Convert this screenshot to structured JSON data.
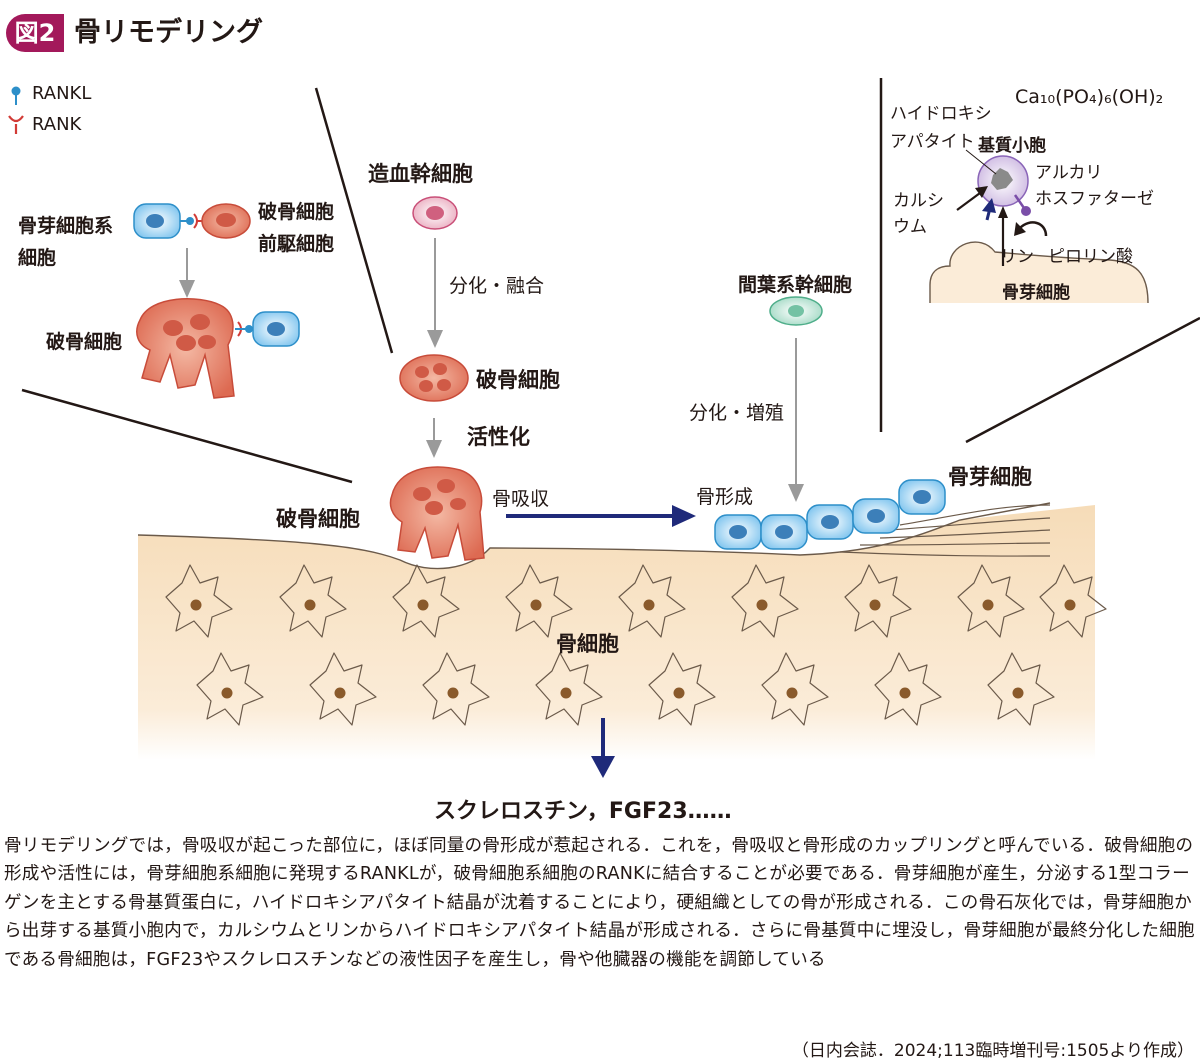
{
  "figure": {
    "badge": "図2",
    "title": "骨リモデリング"
  },
  "legend": {
    "rankl": "RANKL",
    "rank": "RANK"
  },
  "inset_left": {
    "osteoblast_lineage": "骨芽細胞系\n細胞",
    "osteoclast_precursor": "破骨細胞\n前駆細胞",
    "osteoclast": "破骨細胞"
  },
  "center": {
    "hsc": "造血幹細胞",
    "diff_fusion": "分化・融合",
    "osteoclast": "破骨細胞",
    "activation": "活性化",
    "osteoclast_left": "破骨細胞",
    "bone_resorption": "骨吸収",
    "bone_formation": "骨形成",
    "msc": "間葉系幹細胞",
    "diff_prolif": "分化・増殖",
    "osteoblast": "骨芽細胞",
    "osteocyte": "骨細胞",
    "factors": "スクレロスチン，FGF23……"
  },
  "inset_right": {
    "formula": "Ca₁₀(PO₄)₆(OH)₂",
    "hydroxyapatite": "ハイドロキシ\nアパタイト",
    "matrix_vesicle": "基質小胞",
    "alp": "アルカリ\nホスファターゼ",
    "calcium": "カルシ\nウム",
    "phosphate": "リン",
    "pyrophosphate": "ピロリン酸",
    "osteoblast": "骨芽細胞"
  },
  "caption": "骨リモデリングでは，骨吸収が起こった部位に，ほぼ同量の骨形成が惹起される．これを，骨吸収と骨形成のカップリングと呼んでいる．破骨細胞の形成や活性には，骨芽細胞系細胞に発現するRANKLが，破骨細胞系細胞のRANKに結合することが必要である．骨芽細胞が産生，分泌する1型コラーゲンを主とする骨基質蛋白に，ハイドロキシアパタイト結晶が沈着することにより，硬組織としての骨が形成される．この骨石灰化では，骨芽細胞から出芽する基質小胞内で，カルシウムとリンからハイドロキシアパタイト結晶が形成される．さらに骨基質中に埋没し，骨芽細胞が最終分化した細胞である骨細胞は，FGF23やスクレロスチンなどの液性因子を産生し，骨や他臓器の機能を調節している",
  "source": "（日内会誌．2024;113臨時増刊号:1505より作成）",
  "colors": {
    "accent": "#a3195b",
    "arrow": "#1f2a7a",
    "osteoclast": "#d9634f",
    "osteoblast": "#5aaee0",
    "bone": "#f8e3c4"
  }
}
